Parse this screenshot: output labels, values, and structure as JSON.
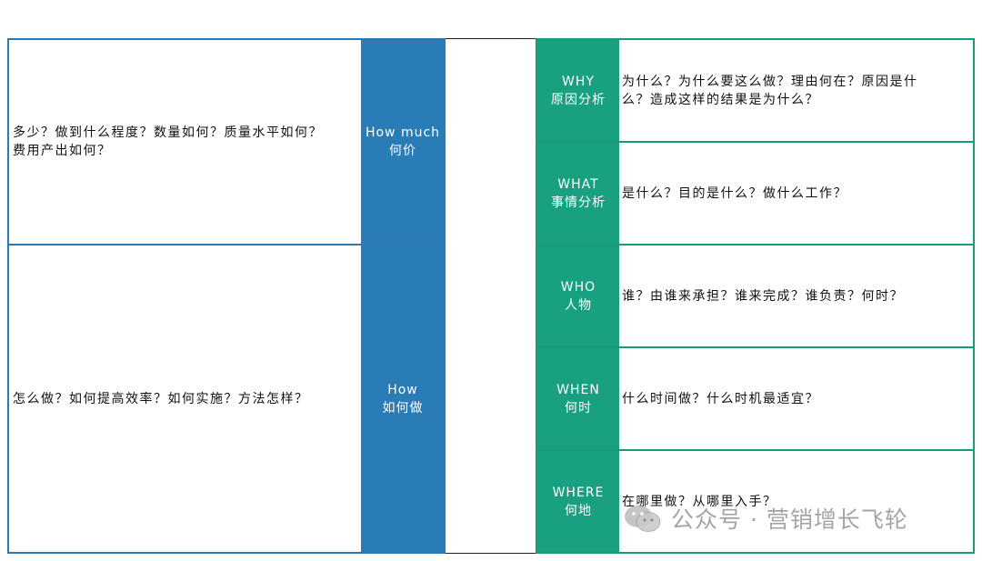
{
  "left": {
    "rows": [
      {
        "header": [
          "How much",
          "何价"
        ],
        "desc": [
          "多少？做到什么程度？数量如何？质量水平如何？",
          "费用产出如何？"
        ]
      },
      {
        "header": [
          "How",
          "如何做"
        ],
        "desc": [
          "怎么做？如何提高效率？如何实施？方法怎样？"
        ]
      }
    ]
  },
  "right": {
    "rows": [
      {
        "header": [
          "WHY",
          "原因分析"
        ],
        "desc": [
          "为什么？为什么要这么做？理由何在？原因是什",
          "么？造成这样的结果是为什么？"
        ]
      },
      {
        "header": [
          "WHAT",
          "事情分析"
        ],
        "desc": [
          "是什么？目的是什么？做什么工作？"
        ]
      },
      {
        "header": [
          "WHO",
          "人物"
        ],
        "desc": [
          "谁？由谁来承担？谁来完成？谁负责？何时？"
        ]
      },
      {
        "header": [
          "WHEN",
          "何时"
        ],
        "desc": [
          "什么时间做？什么时机最适宜？"
        ]
      },
      {
        "header": [
          "WHERE",
          "何地"
        ],
        "desc": [
          "在哪里做？从哪里入手？"
        ]
      }
    ]
  },
  "watermark": {
    "text": "公众号 · 营销增长飞轮",
    "icon": "wechat-icon"
  },
  "colors": {
    "blue": "#2a7cb7",
    "green": "#18a080"
  }
}
